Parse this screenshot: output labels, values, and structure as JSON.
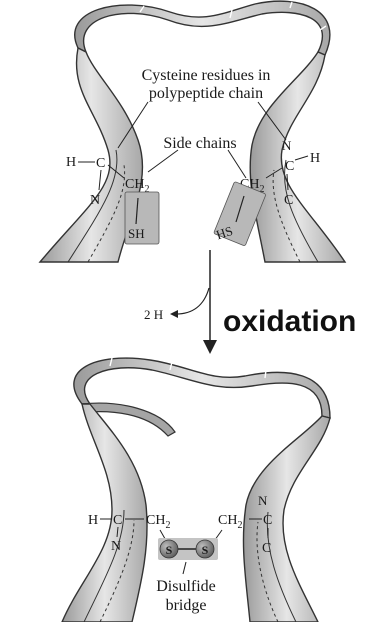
{
  "top": {
    "label_residues": [
      "Cysteine residues in",
      "polypeptide chain"
    ],
    "label_side_chains": "Side chains",
    "left_H": "H",
    "left_C": "C",
    "left_N": "N",
    "left_CH2": "CH",
    "left_CH2_sub": "2",
    "left_SH": "SH",
    "right_H": "H",
    "right_N": "N",
    "right_C_alpha": "C",
    "right_C": "C",
    "right_CH2": "CH",
    "right_CH2_sub": "2",
    "right_HS": "HS"
  },
  "reaction": {
    "byproduct": "2 H",
    "label": "oxidation"
  },
  "bottom": {
    "left_H": "H",
    "left_C": "C",
    "left_N": "N",
    "left_CH2": "CH",
    "left_CH2_sub": "2",
    "right_CH2": "CH",
    "right_CH2_sub": "2",
    "right_N": "N",
    "right_C_alpha": "C",
    "right_C": "C",
    "sulfur_left": "S",
    "sulfur_right": "S",
    "label_bridge": [
      "Disulfide",
      "bridge"
    ]
  },
  "colors": {
    "ribbon_fill": "#c8c8c8",
    "ribbon_stroke": "#333333",
    "side_chain_box": "#b8b8b8",
    "sulfur_atom": "#777777"
  }
}
